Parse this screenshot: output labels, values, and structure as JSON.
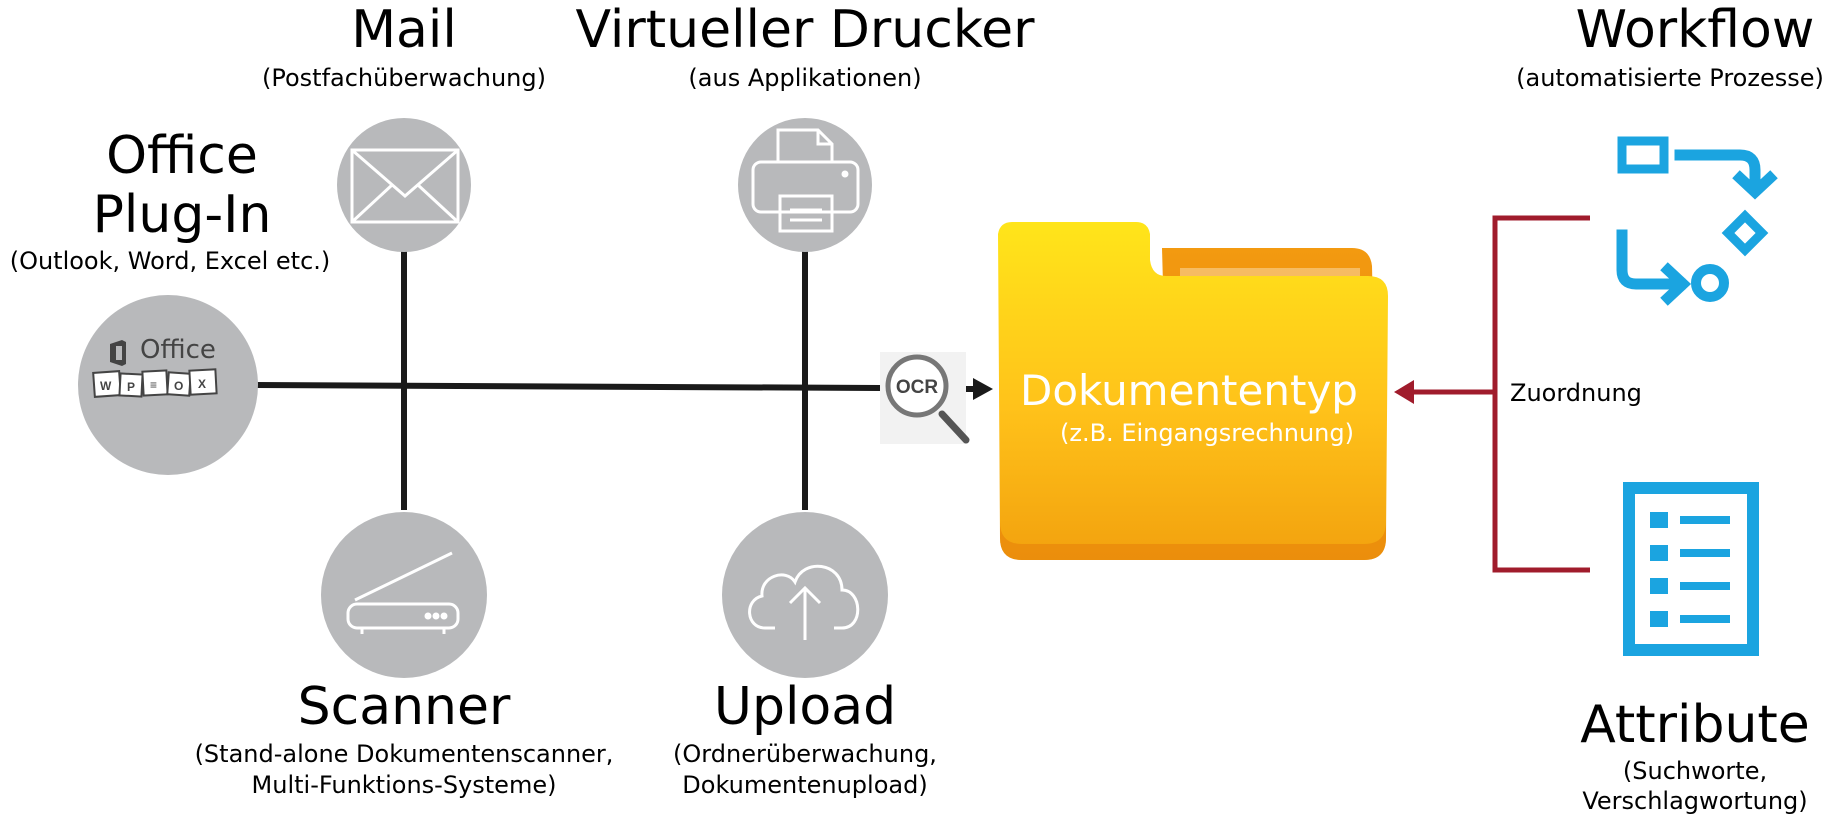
{
  "sources": {
    "mail": {
      "title": "Mail",
      "subtitle": "(Postfachüberwachung)"
    },
    "printer": {
      "title": "Virtueller Drucker",
      "subtitle": "(aus Applikationen)"
    },
    "office": {
      "title_line1": "Office",
      "title_line2": "Plug-In",
      "subtitle": "(Outlook, Word, Excel etc.)",
      "logo_text": "Office"
    },
    "scanner": {
      "title": "Scanner",
      "subtitle_line1": "(Stand-alone Dokumentenscanner,",
      "subtitle_line2": "Multi-Funktions-Systeme)"
    },
    "upload": {
      "title": "Upload",
      "subtitle_line1": "(Ordnerüberwachung,",
      "subtitle_line2": "Dokumentenupload)"
    }
  },
  "ocr": {
    "label": "OCR"
  },
  "folder": {
    "title": "Dokumententyp",
    "subtitle": "(z.B. Eingangsrechnung)"
  },
  "assignment": {
    "label": "Zuordnung"
  },
  "workflow": {
    "title": "Workflow",
    "subtitle": "(automatisierte Prozesse)"
  },
  "attribute": {
    "title": "Attribute",
    "subtitle_line1": "(Suchworte,",
    "subtitle_line2": "Verschlagwortung)"
  },
  "colors": {
    "circle": "#b8b9bb",
    "line": "#1a1a1a",
    "assignment_line": "#a01c2c",
    "icon_blue": "#1ba4e0",
    "folder_light": "#ffd21a",
    "folder_dark": "#f39c12"
  }
}
